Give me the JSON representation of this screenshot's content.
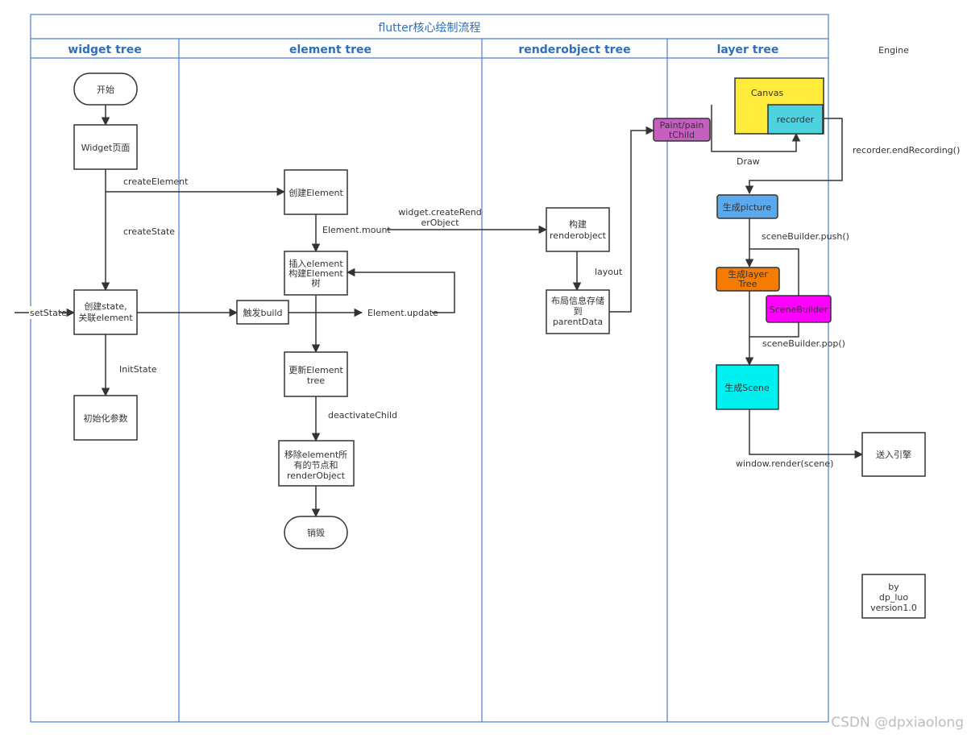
{
  "title": "flutter核心绘制流程",
  "lanes": {
    "widget": "widget tree",
    "element": "element tree",
    "renderobject": "renderobject tree",
    "layer": "layer tree",
    "engine": "Engine"
  },
  "nodes": {
    "start": "开始",
    "widget_page": "Widget页面",
    "create_state_1": "创建state,",
    "create_state_2": "关联element",
    "init_params": "初始化参数",
    "create_element": "创建Element",
    "insert_1": "插入element",
    "insert_2": "构建Element",
    "insert_3": "树",
    "trigger_build": "触发build",
    "update_tree_1": "更新Element",
    "update_tree_2": "tree",
    "remove_1": "移除element所",
    "remove_2": "有的节点和",
    "remove_3": "renderObject",
    "destroy": "销毁",
    "build_ro_1": "构建",
    "build_ro_2": "renderobject",
    "layout_store_1": "布局信息存储",
    "layout_store_2": "到",
    "layout_store_3": "parentData",
    "paint_1": "Paint/pain",
    "paint_2": "tChild",
    "canvas": "Canvas",
    "recorder": "recorder",
    "gen_picture": "生成picture",
    "gen_layer_1": "生成layer",
    "gen_layer_2": "Tree",
    "scene_builder": "SceneBuilder",
    "gen_scene": "生成Scene",
    "send_engine": "送入引擎",
    "credit_1": "by",
    "credit_2": "dp_luo",
    "credit_3": "version1.0"
  },
  "edges": {
    "create_element": "createElement",
    "create_state": "createState",
    "init_state": "InitState",
    "set_state": "setState",
    "element_mount": "Element.mount",
    "element_update": "Element.update",
    "deactivate_child": "deactivateChild",
    "create_render_1": "widget.createRend",
    "create_render_2": "erObject",
    "layout": "layout",
    "draw": "Draw",
    "end_recording": "recorder.endRecording()",
    "push": "sceneBuilder.push()",
    "pop": "sceneBuilder.pop()",
    "window_render": "window.render(scene)"
  },
  "watermark": "CSDN @dpxiaolong",
  "colors": {
    "lane_border": "#4a7fd6",
    "title_text": "#2e6fba",
    "paint": "#c45fbf",
    "canvas": "#ffeb3b",
    "recorder": "#4dd2e0",
    "picture": "#5aa9ee",
    "layer": "#f57c00",
    "scene_builder": "#ff00ff",
    "scene": "#00f0f0"
  }
}
